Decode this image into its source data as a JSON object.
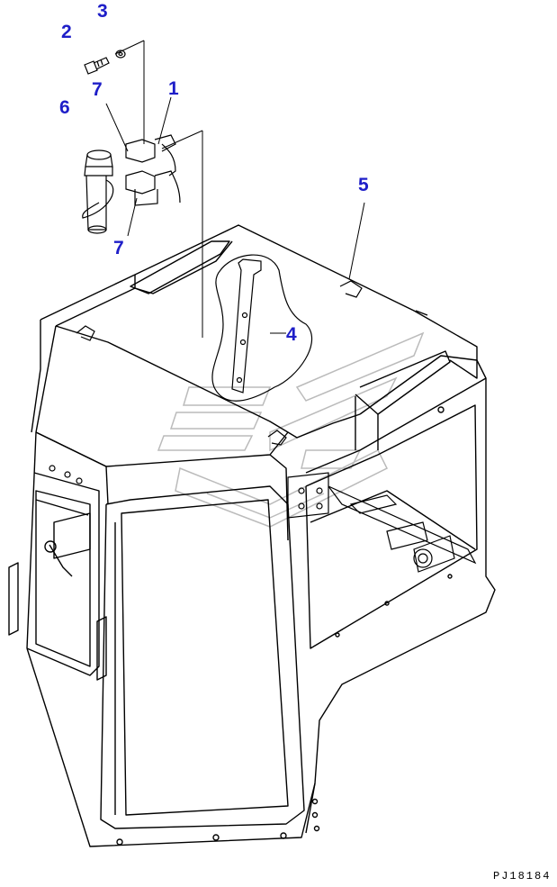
{
  "callouts": [
    {
      "id": "1",
      "label": "1"
    },
    {
      "id": "2",
      "label": "2"
    },
    {
      "id": "3",
      "label": "3"
    },
    {
      "id": "4",
      "label": "4"
    },
    {
      "id": "5",
      "label": "5"
    },
    {
      "id": "6",
      "label": "6"
    },
    {
      "id": "7a",
      "label": "7"
    },
    {
      "id": "7b",
      "label": "7"
    }
  ],
  "drawing_code": "PJ18184",
  "colors": {
    "callout": "#1e1ec8",
    "line": "#000000",
    "watermark": "#bbbbbb"
  }
}
